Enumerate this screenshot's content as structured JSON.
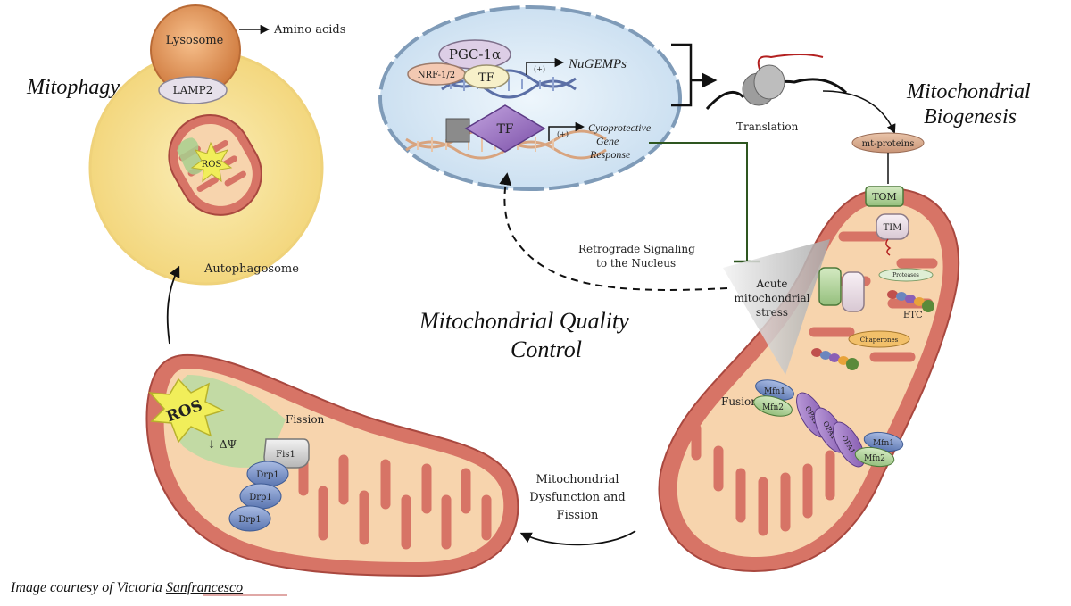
{
  "titles": {
    "mitophagy": "Mitophagy",
    "biogenesis_line1": "Mitochondrial",
    "biogenesis_line2": "Biogenesis",
    "quality_line1": "Mitochondrial Quality",
    "quality_line2": "Control"
  },
  "lysosome": {
    "label": "Lysosome",
    "lamp2": "LAMP2",
    "amino_acids": "Amino acids",
    "autophagosome": "Autophagosome",
    "ros": "ROS"
  },
  "nucleus": {
    "pgc1a": "PGC-1α",
    "nrf": "NRF-1/2",
    "tf_small": "TF",
    "plus1": "(+)",
    "nugemps": "NuGEMPs",
    "tf_diamond": "TF",
    "plus2": "(+)",
    "cyto_line1": "Cytoprotective",
    "cyto_line2": "Gene",
    "cyto_line3": "Response"
  },
  "translation": {
    "label": "Translation",
    "mt_proteins": "mt-proteins"
  },
  "signaling": {
    "retro_line1": "Retrograde Signaling",
    "retro_line2": "to the Nucleus",
    "stress_line1": "Acute",
    "stress_line2": "mitochondrial",
    "stress_line3": "stress"
  },
  "mito_right": {
    "tom": "TOM",
    "tim": "TIM",
    "proteases": "Proteases",
    "etc": "ETC",
    "chaperones": "Chaperones",
    "fusion": "Fusion",
    "mfn1_a": "Mfn1",
    "mfn2_a": "Mfn2",
    "opa1_a": "OPA1",
    "opa1_b": "OPA1",
    "opa1_c": "OPA1",
    "mfn1_b": "Mfn1",
    "mfn2_b": "Mfn2"
  },
  "mito_left": {
    "ros": "ROS",
    "delta_psi": "↓ ΔΨ",
    "fission": "Fission",
    "fis1": "Fis1",
    "drp1_a": "Drp1",
    "drp1_b": "Drp1",
    "drp1_c": "Drp1"
  },
  "dysfunction": {
    "line1": "Mitochondrial",
    "line2": "Dysfunction and",
    "line3": "Fission"
  },
  "credit": {
    "prefix": "Image courtesy of Victoria ",
    "name": "Sanfrancesco"
  },
  "colors": {
    "lysosome": "#d9874a",
    "autophagosome": "#f6e29a",
    "mito_outer": "#d77466",
    "mito_inner": "#f7d4ad",
    "nucleus": "#d7e8f5",
    "tf_purple": "#8b5fb5",
    "drp1_blue": "#6c86be",
    "ros_star": "#f1ee5a"
  }
}
